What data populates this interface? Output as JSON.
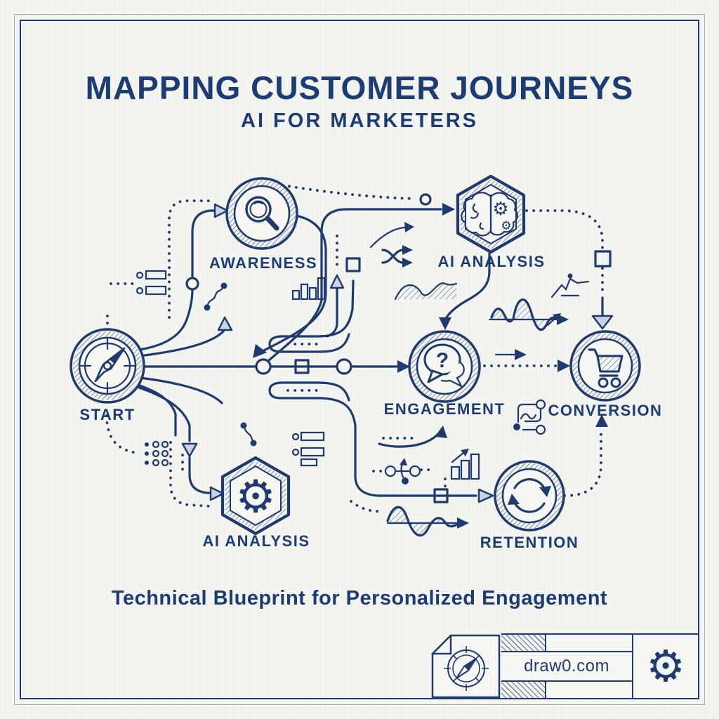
{
  "palette": {
    "ink": "#1e3a6e",
    "paper": "#f6f6f3",
    "title_text": "#1c3c74"
  },
  "header": {
    "title": "MAPPING CUSTOMER JOURNEYS",
    "subtitle": "AI FOR MARKETERS"
  },
  "nodes": [
    {
      "id": "start",
      "label": "START",
      "shape": "circle",
      "icon": "compass-icon"
    },
    {
      "id": "awareness",
      "label": "AWARENESS",
      "shape": "circle",
      "icon": "magnifier-icon"
    },
    {
      "id": "ai-analysis-top",
      "label": "AI ANALYSIS",
      "shape": "hexagon",
      "icon": "brain-gears-icon"
    },
    {
      "id": "engagement",
      "label": "ENGAGEMENT",
      "shape": "circle",
      "icon": "chat-question-icon"
    },
    {
      "id": "conversion",
      "label": "CONVERSION",
      "shape": "circle",
      "icon": "shopping-cart-icon"
    },
    {
      "id": "ai-analysis-bottom",
      "label": "AI ANALYSIS",
      "shape": "hexagon",
      "icon": "gear-icon"
    },
    {
      "id": "retention",
      "label": "RETENTION",
      "shape": "circle",
      "icon": "cycle-arrows-icon"
    }
  ],
  "edges": [
    {
      "from": "START",
      "to": "AWARENESS"
    },
    {
      "from": "START",
      "to": "ENGAGEMENT"
    },
    {
      "from": "START",
      "to": "AI ANALYSIS (bottom)"
    },
    {
      "from": "AWARENESS",
      "to": "AI ANALYSIS (top)"
    },
    {
      "from": "AI ANALYSIS (top)",
      "to": "ENGAGEMENT"
    },
    {
      "from": "AI ANALYSIS (top)",
      "to": "CONVERSION"
    },
    {
      "from": "ENGAGEMENT",
      "to": "CONVERSION"
    },
    {
      "from": "AI ANALYSIS (bottom)",
      "to": "RETENTION"
    },
    {
      "from": "RETENTION",
      "to": "CONVERSION"
    }
  ],
  "glyphs": {
    "gear": "⚙",
    "question": "?"
  },
  "footer": {
    "caption": "Technical Blueprint for Personalized Engagement",
    "brand": "draw0.com"
  }
}
